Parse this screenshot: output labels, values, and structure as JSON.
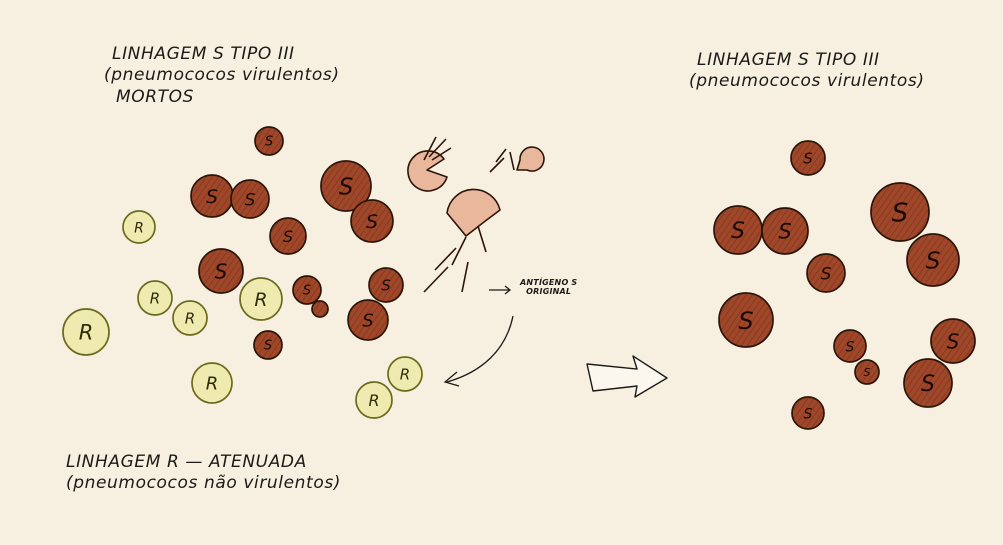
{
  "left_top_label": {
    "line1": "LINHAGEM S TIPO III",
    "line2": "(pneumococos virulentos)",
    "line3": "MORTOS"
  },
  "left_bottom_label": {
    "line1": "LINHAGEM R — ATENUADA",
    "line2": "(pneumococos não virulentos)"
  },
  "right_label": {
    "line1": "LINHAGEM S TIPO III",
    "line2": "(pneumococos virulentos)"
  },
  "antigen_label": {
    "line1": "ANTÍGENO S",
    "line2": "ORIGINAL"
  },
  "cell_letters": {
    "s": "S",
    "r": "R"
  },
  "colors": {
    "s_fill": "#a0472a",
    "s_stroke": "#2b1508",
    "r_fill": "#eeeab0",
    "r_stroke": "#6b6a1c",
    "fragment_fill": "#e9b79c",
    "background": "#f7f0e1"
  }
}
